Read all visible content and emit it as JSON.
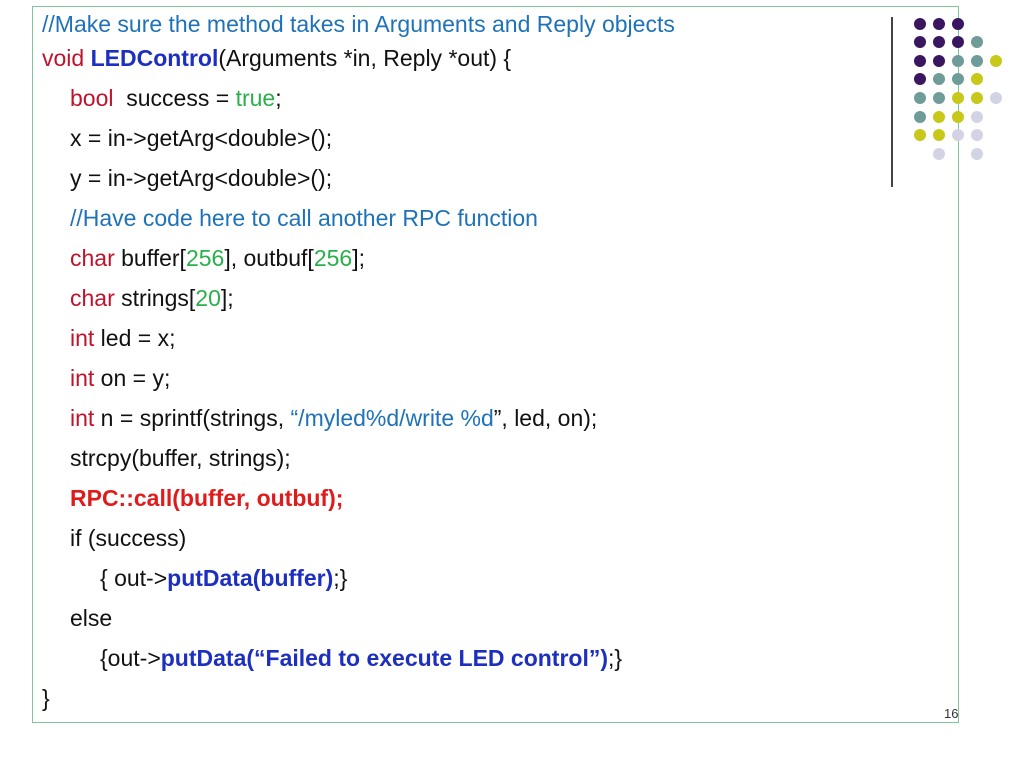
{
  "slide": {
    "page_number": "16",
    "dot_colors": {
      "purple": "#3a1660",
      "teal": "#6f9c98",
      "yellow": "#c8c81a",
      "lavender": "#d3d3e6"
    }
  },
  "code": {
    "l1": "//Make sure the method takes in Arguments and Reply objects",
    "l2_kw": "void",
    "l2_name": "LEDControl",
    "l2_rest": "(Arguments *in, Reply *out) {",
    "l3_kw": "bool",
    "l3_mid": "  success = ",
    "l3_val": "true",
    "l3_end": ";",
    "l4": "x = in->getArg<double>();",
    "l5": "y = in->getArg<double>();",
    "l6": "//Have code here to call another RPC function",
    "l7_kw": "char",
    "l7_a": " buffer[",
    "l7_n1": "256",
    "l7_b": "], outbuf[",
    "l7_n2": "256",
    "l7_c": "];",
    "l8_kw": "char",
    "l8_a": " strings[",
    "l8_n": "20",
    "l8_b": "];",
    "l9_kw": "int",
    "l9_rest": " led = x;",
    "l10_kw": "int",
    "l10_rest": " on = y;",
    "l11_kw": "int",
    "l11_a": " n = sprintf(strings, ",
    "l11_str": "“/myled%d/write %d",
    "l11_b": "”, led, on);",
    "l12": "strcpy(buffer, strings);",
    "l13": "RPC::call(buffer, outbuf);",
    "l14": "if (success)",
    "l15_a": "{ out->",
    "l15_fn": "putData(buffer)",
    "l15_b": ";}",
    "l16": "else",
    "l17_a": "{out->",
    "l17_fn": "putData(“Failed to execute LED control”)",
    "l17_b": ";}",
    "l18": "}"
  }
}
